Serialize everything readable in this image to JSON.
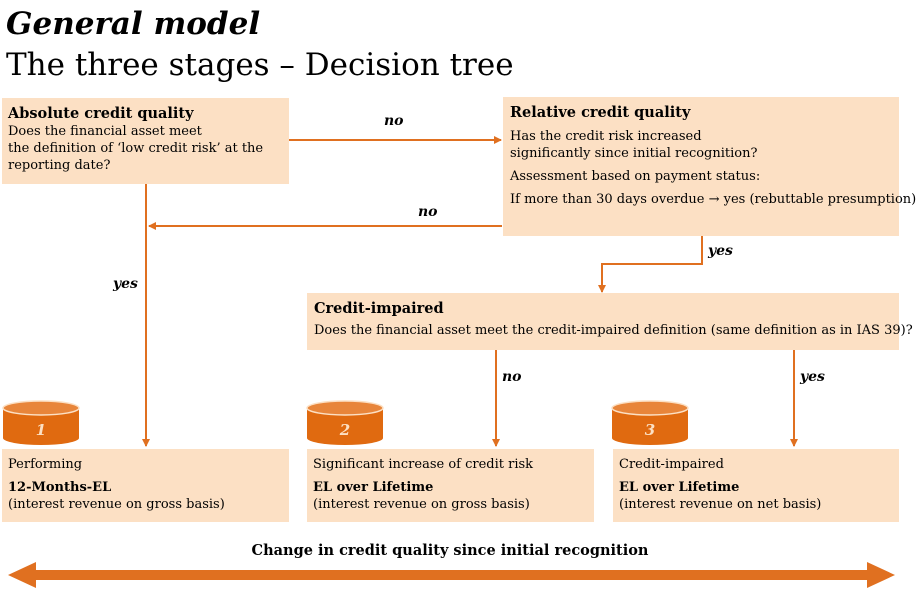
{
  "header": {
    "title": "General model",
    "subtitle": "The three stages – Decision tree"
  },
  "absolute": {
    "heading": "Absolute credit quality",
    "lines": [
      "Does the financial asset meet",
      "the definition of ‘low credit risk’ at the",
      "reporting date?"
    ]
  },
  "relative": {
    "heading": "Relative credit quality",
    "lines": [
      "Has the credit risk increased",
      "significantly since initial recognition?"
    ],
    "assessment": "Assessment based on payment status:",
    "rule": "If more than 30 days overdue → yes (rebuttable presumption)"
  },
  "impaired": {
    "heading": "Credit-impaired",
    "question": "Does the financial asset meet the credit-impaired definition (same definition as in IAS 39)?"
  },
  "labels": {
    "no_top": "no",
    "no_middle": "no",
    "yes_left": "yes",
    "yes_relative": "yes",
    "no_impaired": "no",
    "yes_impaired": "yes"
  },
  "stages": [
    {
      "number": "1",
      "name": "Performing",
      "measure": "12-Months-EL",
      "note": "(interest revenue on gross basis)"
    },
    {
      "number": "2",
      "name": "Significant increase of credit risk",
      "measure": "EL over Lifetime",
      "note": "(interest revenue on gross basis)"
    },
    {
      "number": "3",
      "name": "Credit-impaired",
      "measure": "EL over Lifetime",
      "note": "(interest revenue on net basis)"
    }
  ],
  "footer": {
    "axis_label": "Change in credit quality since initial recognition"
  },
  "colors": {
    "accent": "#e07020",
    "box_fill": "#fce0c4",
    "cylinder": "#e06a10"
  }
}
